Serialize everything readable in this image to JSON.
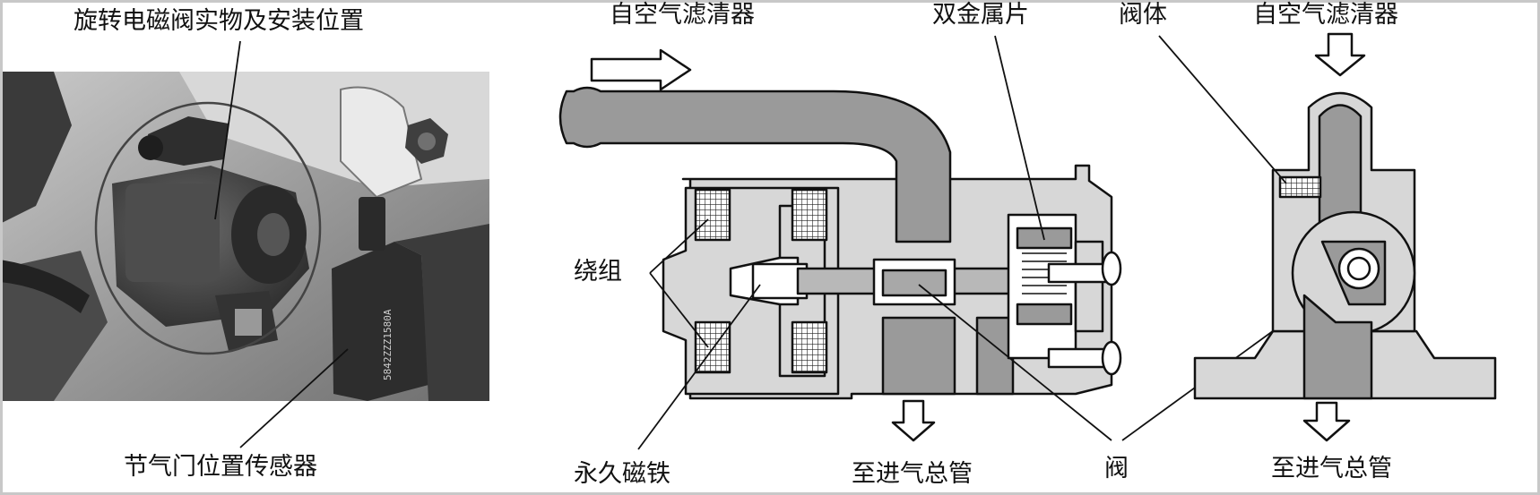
{
  "labels": {
    "photo_title": "旋转电磁阀实物及安装位置",
    "tps": "节气门位置传感器",
    "from_filter_left": "自空气滤清器",
    "bimetal": "双金属片",
    "valve_body": "阀体",
    "from_filter_right": "自空气滤清器",
    "winding": "绕组",
    "magnet": "永久磁铁",
    "to_manifold_left": "至进气总管",
    "valve": "阀",
    "to_manifold_right": "至进气总管"
  },
  "photo_part_code": "5842ZZZ1580A",
  "colors": {
    "outline": "#111111",
    "light_fill": "#d7d7d7",
    "medium_fill": "#a9a9a9",
    "dark_fill": "#8c8c8c",
    "photo_dark": "#3b3b3b"
  }
}
